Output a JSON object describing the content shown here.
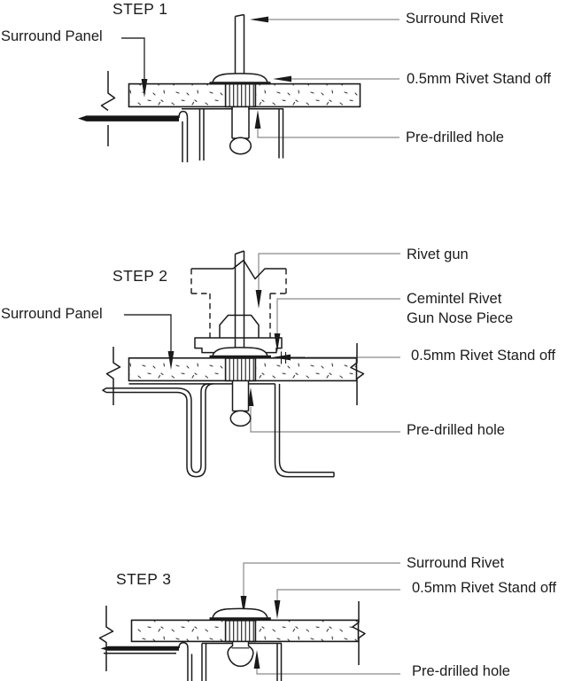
{
  "colors": {
    "line": "#1a1a1a",
    "leader": "#8a8a8a",
    "background": "#ffffff"
  },
  "figure": {
    "type": "rivet-installation-cross-section",
    "steps": [
      {
        "title": "STEP 1",
        "labels": {
          "surround_panel": "Surround Panel",
          "surround_rivet": "Surround Rivet",
          "rivet_stand_off": "0.5mm Rivet Stand off",
          "pre_drilled_hole": "Pre-drilled hole"
        }
      },
      {
        "title": "STEP 2",
        "labels": {
          "rivet_gun": "Rivet gun",
          "nose_piece_line1": "Cemintel Rivet",
          "nose_piece_line2": "Gun Nose Piece",
          "surround_panel": "Surround Panel",
          "rivet_stand_off": "0.5mm Rivet Stand off",
          "pre_drilled_hole": "Pre-drilled hole"
        }
      },
      {
        "title": "STEP 3",
        "labels": {
          "surround_rivet": "Surround Rivet",
          "rivet_stand_off": "0.5mm Rivet Stand off",
          "pre_drilled_hole": "Pre-drilled hole"
        }
      }
    ]
  }
}
